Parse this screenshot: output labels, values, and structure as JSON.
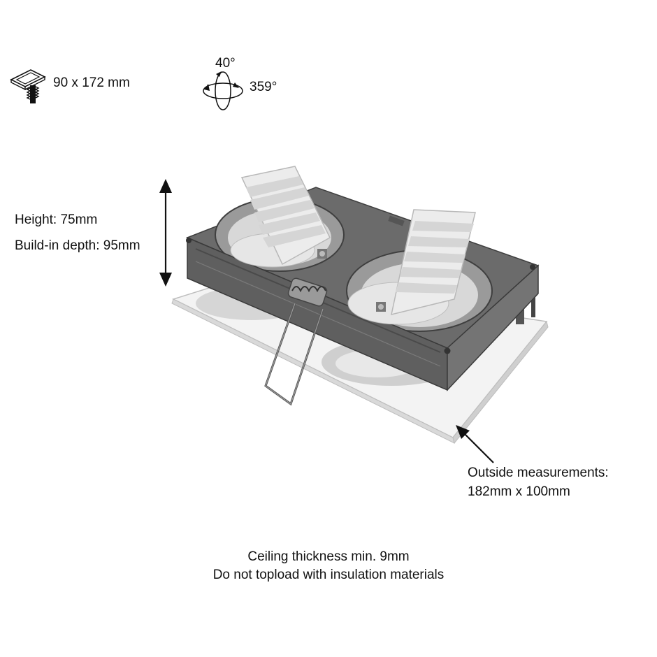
{
  "specs": {
    "cutout": "90 x 172 mm",
    "tilt": "40°",
    "rotation": "359°"
  },
  "dimensions": {
    "height": "Height: 75mm",
    "build_in_depth": "Build-in depth: 95mm",
    "outside_label": "Outside measurements:",
    "outside_value": "182mm x 100mm"
  },
  "notes": {
    "ceiling": "Ceiling thickness min. 9mm",
    "insulation": "Do not topload with insulation materials"
  },
  "colors": {
    "frame": "#6e6e6e",
    "frame_dark": "#4a4a4a",
    "trim": "#efefef",
    "module": "#dcdcdc",
    "arrow": "#111111"
  },
  "icons": [
    "ceiling-cutout-icon",
    "rotate-tilt-icon"
  ]
}
